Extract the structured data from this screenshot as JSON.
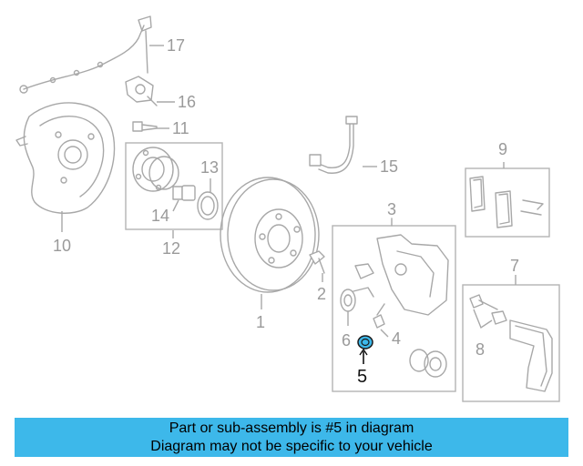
{
  "callouts": {
    "c1": "1",
    "c2": "2",
    "c3": "3",
    "c4": "4",
    "c5": "5",
    "c6": "6",
    "c7": "7",
    "c8": "8",
    "c9": "9",
    "c10": "10",
    "c11": "11",
    "c12": "12",
    "c13": "13",
    "c14": "14",
    "c15": "15",
    "c16": "16",
    "c17": "17"
  },
  "highlight": {
    "part": "5",
    "color": "#3db8ea"
  },
  "banner": {
    "line1": "Part or sub-assembly is #5 in diagram",
    "line2": "Diagram may not be specific to your vehicle",
    "background": "#3db8ea"
  }
}
